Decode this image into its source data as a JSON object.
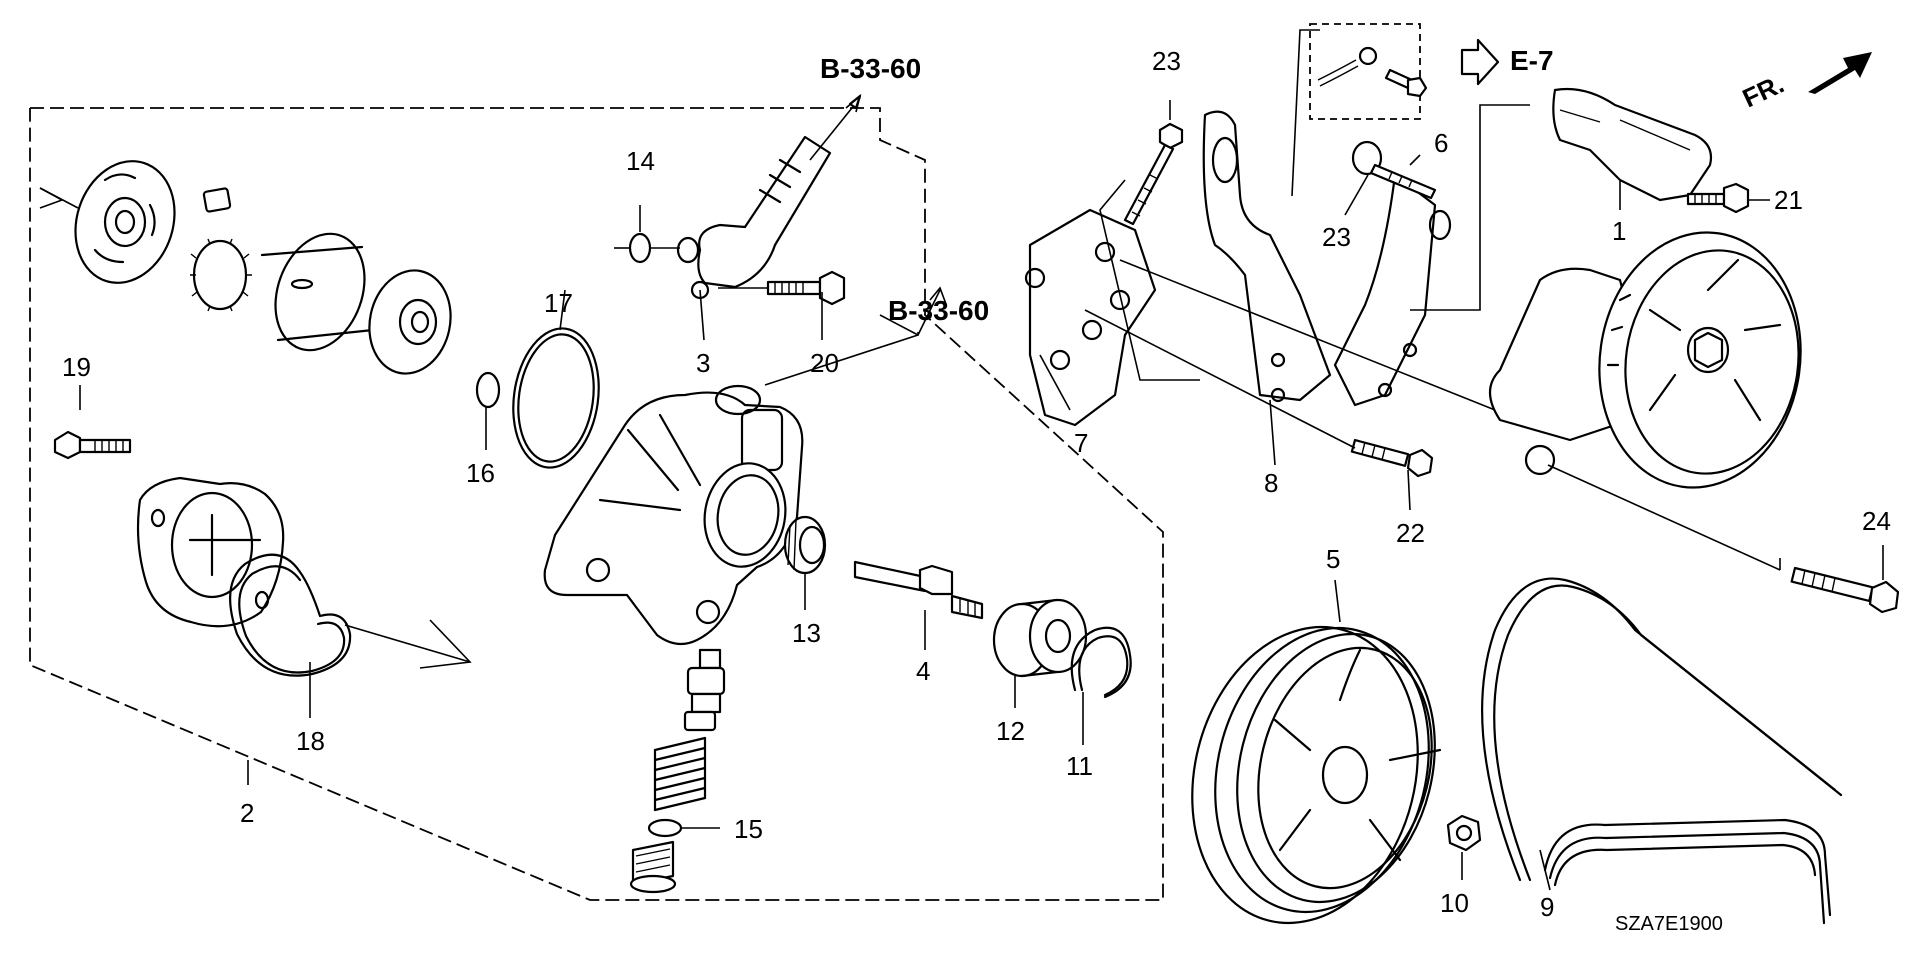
{
  "diagram": {
    "code": "SZA7E1900",
    "front_label": "FR.",
    "refs": [
      "B-33-60",
      "B-33-60",
      "E-7"
    ],
    "callouts": [
      "1",
      "2",
      "3",
      "4",
      "5",
      "6",
      "7",
      "8",
      "9",
      "10",
      "11",
      "12",
      "13",
      "14",
      "15",
      "16",
      "17",
      "18",
      "19",
      "20",
      "21",
      "22",
      "23",
      "23",
      "24"
    ]
  },
  "icons": {
    "front_arrow": "fr-arrow-icon",
    "ref_arrow": "open-arrow-icon"
  }
}
